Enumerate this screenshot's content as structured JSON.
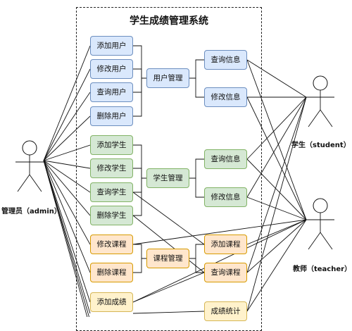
{
  "system": {
    "title": "学生成绩管理系统"
  },
  "actors": {
    "admin": "管理员（admin）",
    "student": "学生（student）",
    "teacher": "教师（teacher）"
  },
  "functions": [
    {
      "id": "add-user",
      "label": "添加用户",
      "color": "blue"
    },
    {
      "id": "edit-user",
      "label": "修改用户",
      "color": "blue"
    },
    {
      "id": "query-user",
      "label": "查询用户",
      "color": "blue"
    },
    {
      "id": "delete-user",
      "label": "删除用户",
      "color": "blue"
    },
    {
      "id": "add-student",
      "label": "添加学生",
      "color": "green"
    },
    {
      "id": "edit-student",
      "label": "修改学生",
      "color": "green"
    },
    {
      "id": "query-student",
      "label": "查询学生",
      "color": "green"
    },
    {
      "id": "delete-student",
      "label": "删除学生",
      "color": "green"
    },
    {
      "id": "edit-course",
      "label": "修改课程",
      "color": "orange"
    },
    {
      "id": "delete-course",
      "label": "删除课程",
      "color": "orange"
    },
    {
      "id": "add-score",
      "label": "添加成绩",
      "color": "yellow"
    }
  ],
  "modules": [
    {
      "id": "user-mgmt",
      "label": "用户管理",
      "color": "blue"
    },
    {
      "id": "student-mgmt",
      "label": "学生管理",
      "color": "green"
    },
    {
      "id": "course-mgmt",
      "label": "课程管理",
      "color": "orange"
    }
  ],
  "right_items": [
    {
      "id": "query-info-1",
      "label": "查询信息",
      "color": "blue"
    },
    {
      "id": "edit-info-1",
      "label": "修改信息",
      "color": "blue"
    },
    {
      "id": "query-info-2",
      "label": "查询信息",
      "color": "green"
    },
    {
      "id": "edit-info-2",
      "label": "修改信息",
      "color": "green"
    },
    {
      "id": "add-course",
      "label": "添加课程",
      "color": "orange"
    },
    {
      "id": "query-course",
      "label": "查询课程",
      "color": "orange"
    },
    {
      "id": "score-stats",
      "label": "成绩统计",
      "color": "yellow"
    }
  ],
  "colors": {
    "blue": "#dae8fc",
    "green": "#d5e8d4",
    "orange": "#ffe6cc",
    "yellow": "#fff2cc"
  }
}
